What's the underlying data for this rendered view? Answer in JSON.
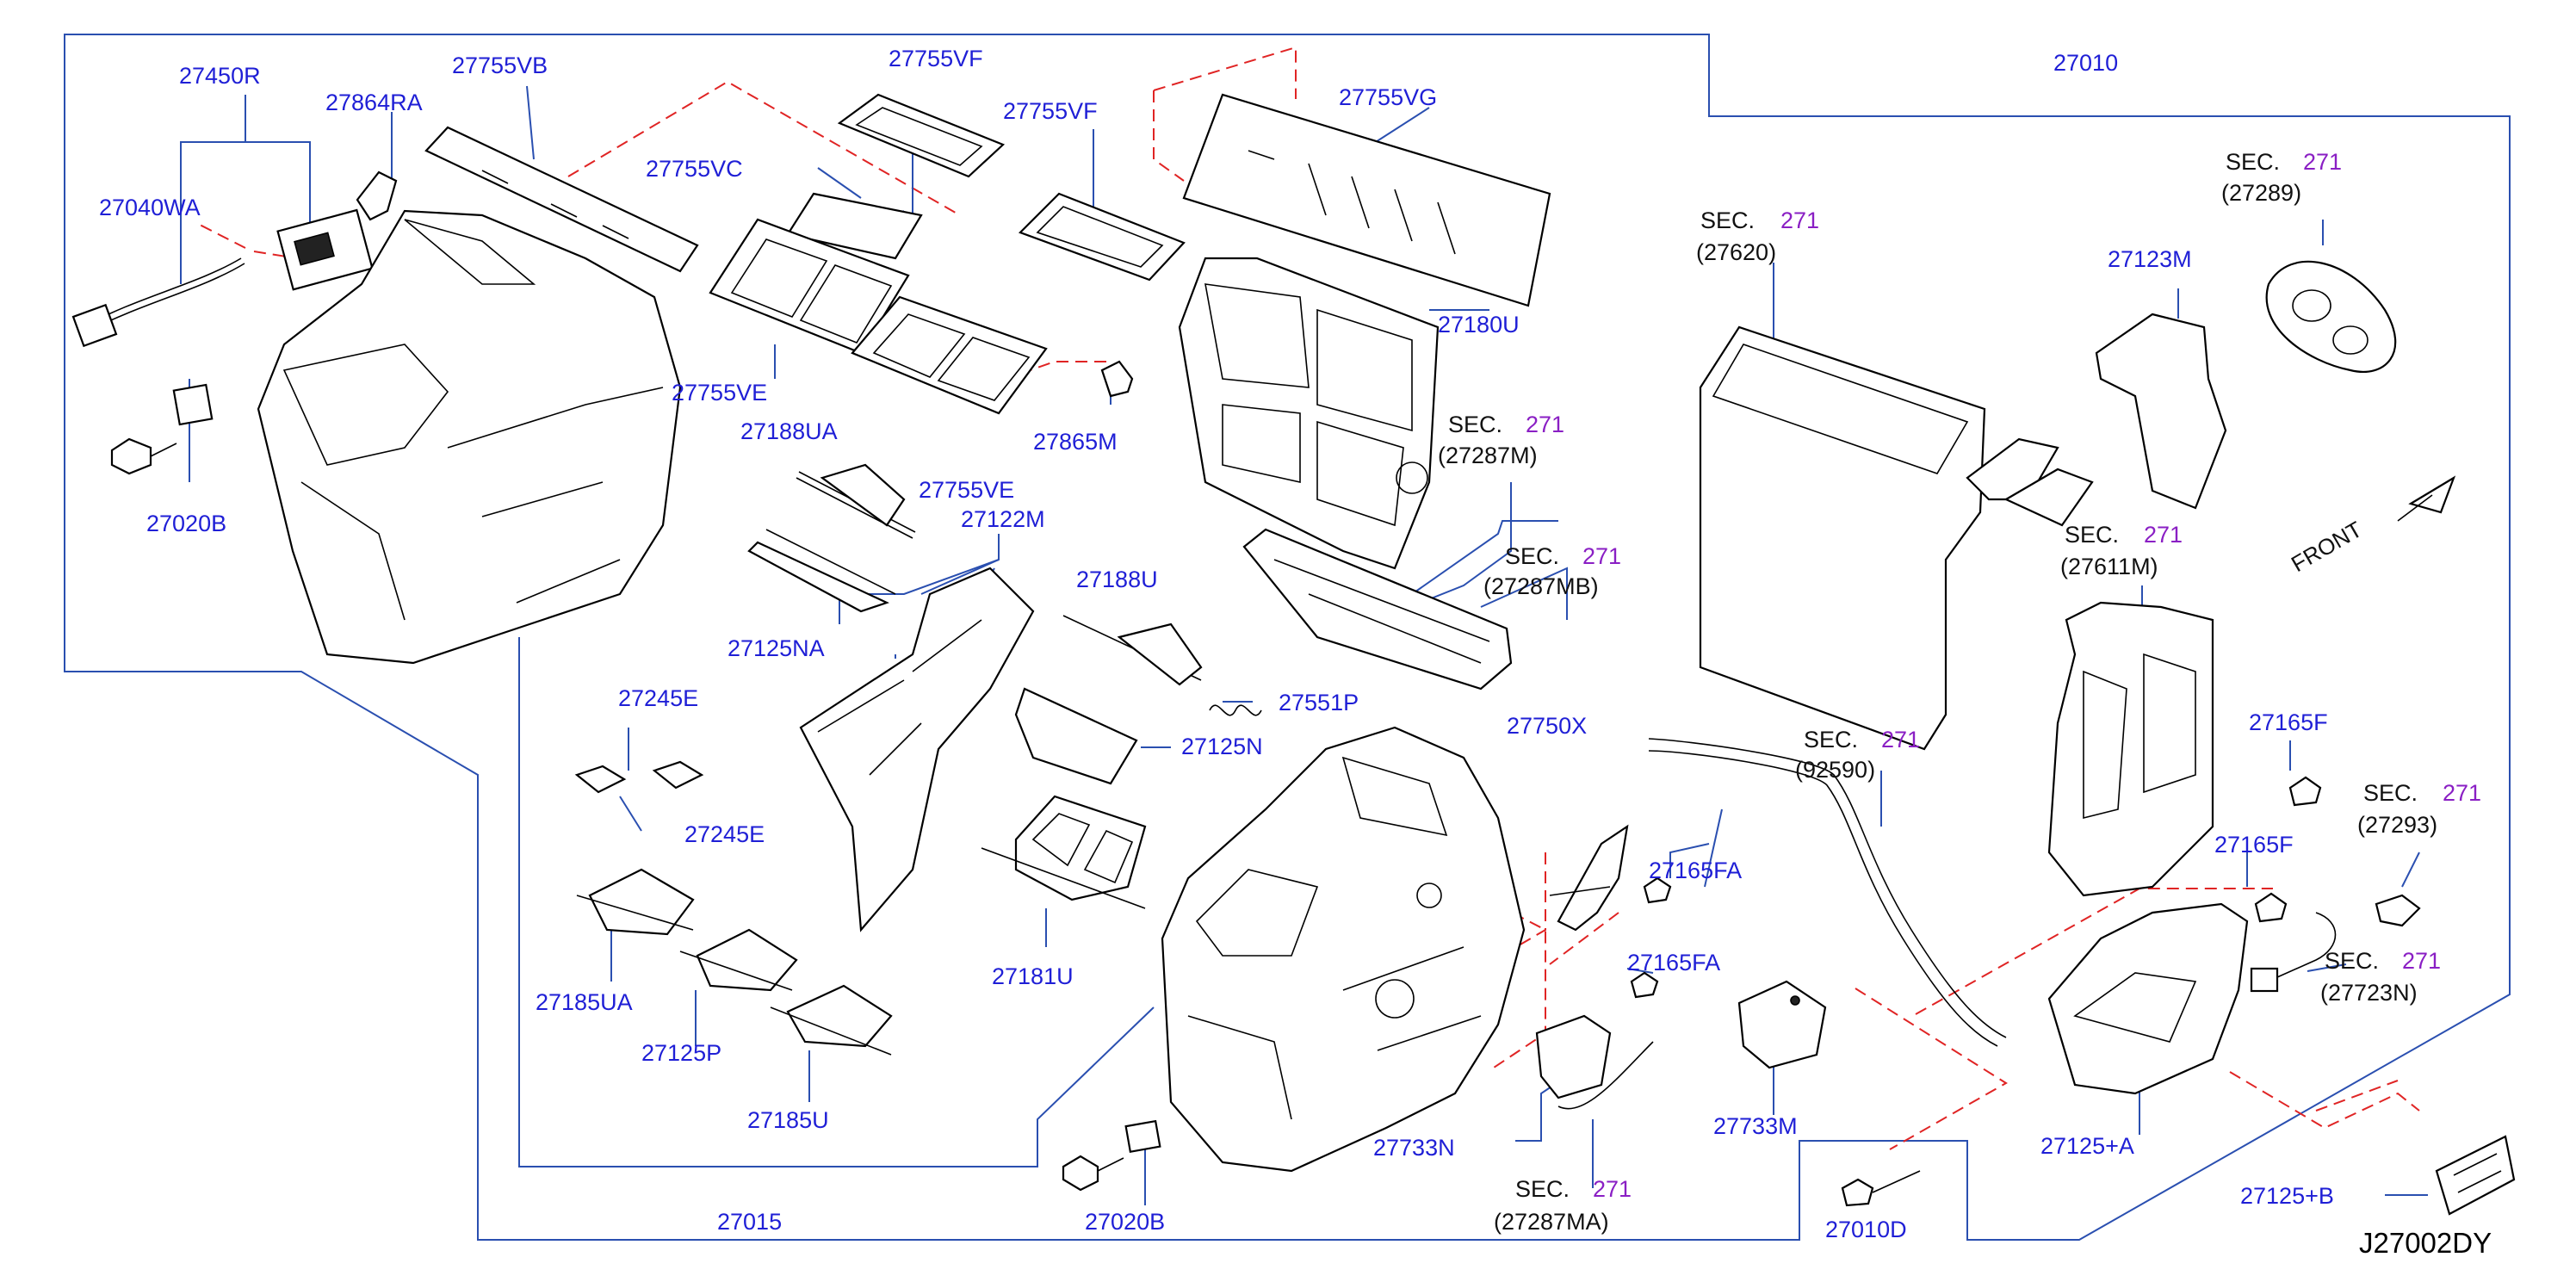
{
  "diagram": {
    "drawing_id": "J27002DY",
    "front_label": "FRONT",
    "sec_prefix": "SEC.",
    "sec_number": "271",
    "labels": {
      "p27450R": "27450R",
      "p27864RA": "27864RA",
      "p27755VB": "27755VB",
      "p27755VF_a": "27755VF",
      "p27755VF_b": "27755VF",
      "p27755VG": "27755VG",
      "p27010": "27010",
      "p27040WA": "27040WA",
      "p27755VC": "27755VC",
      "p27755VE_a": "27755VE",
      "p27755VE_b": "27755VE",
      "p27180U": "27180U",
      "p27123M": "27123M",
      "p27188UA": "27188UA",
      "p27865M": "27865M",
      "p27020B_a": "27020B",
      "p27020B_b": "27020B",
      "p27122M": "27122M",
      "p27125NA": "27125NA",
      "p27188U": "27188U",
      "p27551P": "27551P",
      "p27245E_a": "27245E",
      "p27245E_b": "27245E",
      "p27125N": "27125N",
      "p27750X": "27750X",
      "p27165F_a": "27165F",
      "p27165F_b": "27165F",
      "p27165FA_a": "27165FA",
      "p27165FA_b": "27165FA",
      "p27185UA": "27185UA",
      "p27125P": "27125P",
      "p27185U": "27185U",
      "p27181U": "27181U",
      "p27733N": "27733N",
      "p27733M": "27733M",
      "p27125pA": "27125+A",
      "p27125pB": "27125+B",
      "p27015": "27015",
      "p27010D": "27010D"
    },
    "sec_refs": {
      "r27289": "(27289)",
      "r27620": "(27620)",
      "r27287M": "(27287M)",
      "r27287MB": "(27287MB)",
      "r27611M": "(27611M)",
      "r92590": "(92590)",
      "r27293": "(27293)",
      "r27723N": "(27723N)",
      "r27287MA": "(27287MA)"
    }
  }
}
